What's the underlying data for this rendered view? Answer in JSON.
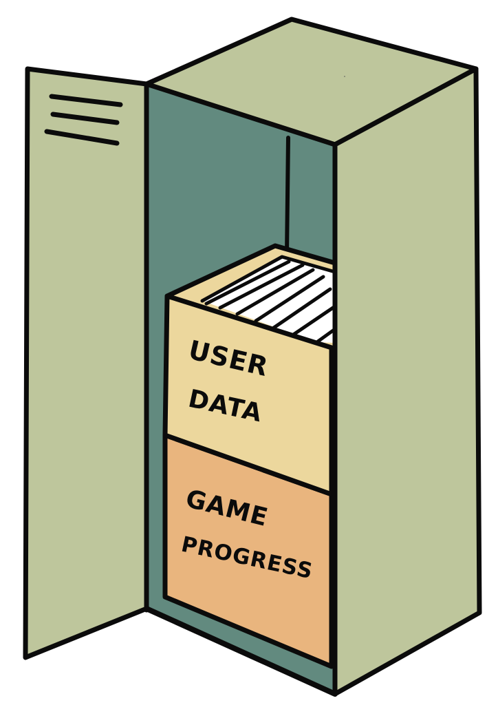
{
  "illustration": {
    "subject": "open-locker",
    "colors": {
      "locker_body": "#bec69c",
      "locker_interior": "#628a7f",
      "box_top_box": "#ecd79d",
      "box_bottom_box": "#e9b57e",
      "papers": "#ffffff",
      "outline": "#0b0b0b",
      "background": "#ffffff"
    },
    "boxes": [
      {
        "label_line1": "USER",
        "label_line2": "DATA"
      },
      {
        "label_line1": "GAME",
        "label_line2": "PROGRESS"
      }
    ]
  }
}
